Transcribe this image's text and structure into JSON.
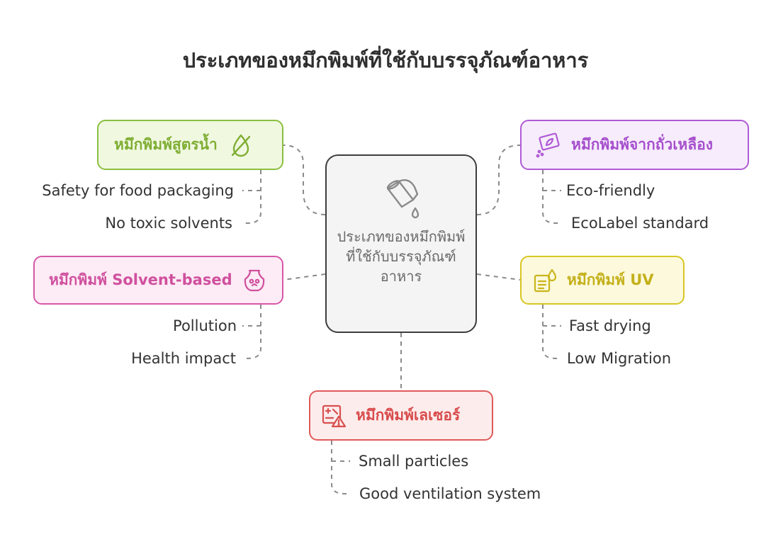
{
  "title": "ประเภทของหมึกพิมพ์ที่ใช้กับบรรจุภัณฑ์อาหาร",
  "center": {
    "label": "ประเภทของหมึกพิมพ์ที่ใช้กับบรรจุภัณฑ์อาหาร",
    "icon": "bucket-pour-icon"
  },
  "colors": {
    "green": "#8bbf3f",
    "purple": "#b05ad6",
    "pink": "#d658a8",
    "yellow": "#d8c624",
    "red": "#e05a5a",
    "connector": "#8a8a8a"
  },
  "nodes": {
    "water": {
      "label": "หมึกพิมพ์สูตรน้ำ",
      "icon": "water-drop-slash-icon",
      "items": [
        "Safety for food packaging",
        "No toxic solvents"
      ]
    },
    "soy": {
      "label": "หมึกพิมพ์จากถั่วเหลือง",
      "icon": "leaf-card-icon",
      "items": [
        "Eco-friendly",
        "EcoLabel standard"
      ]
    },
    "solvent": {
      "label": "หมึกพิมพ์ Solvent-based",
      "icon": "flask-danger-icon",
      "items": [
        "Pollution",
        "Health impact"
      ]
    },
    "uv": {
      "label": "หมึกพิมพ์ UV",
      "icon": "document-drop-icon",
      "items": [
        "Fast drying",
        "Low Migration"
      ]
    },
    "laser": {
      "label": "หมึกพิมพ์เลเซอร์",
      "icon": "laser-warning-icon",
      "items": [
        "Small particles",
        "Good ventilation system"
      ]
    }
  }
}
